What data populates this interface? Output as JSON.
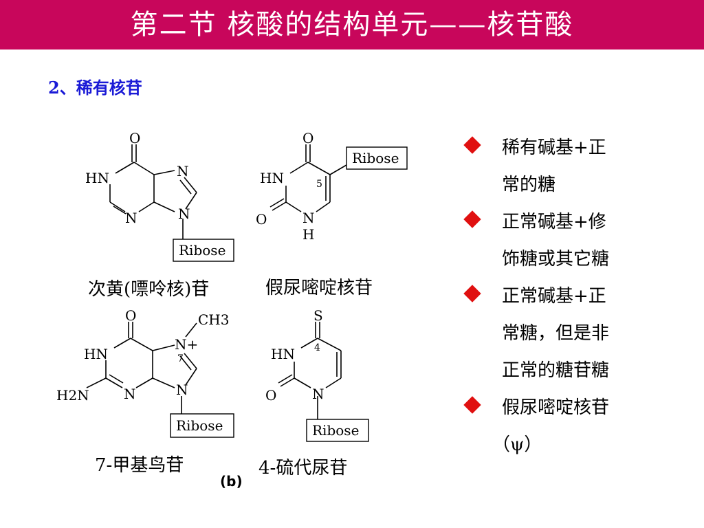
{
  "title": "第二节  核酸的结构单元——核苷酸",
  "subheading": "2、稀有核苷",
  "molecules": [
    {
      "id": "hypoxanthine",
      "atoms": {
        "O": "O",
        "HN": "HN",
        "N1": "N",
        "N2": "N",
        "N3": "N"
      },
      "sugar": "Ribose",
      "caption": "次黄(嘌呤核)苷"
    },
    {
      "id": "pseudouridine",
      "atoms": {
        "O1": "O",
        "HN": "HN",
        "O2": "O",
        "N": "N",
        "H": "H",
        "pos": "5"
      },
      "sugar": "Ribose",
      "caption": "假尿嘧啶核苷"
    },
    {
      "id": "methylguanosine",
      "atoms": {
        "O": "O",
        "HN": "HN",
        "CH3": "CH3",
        "Nplus": "N+",
        "pos": "7",
        "H2N": "H2N",
        "N1": "N",
        "N2": "N"
      },
      "sugar": "Ribose",
      "caption": "7-甲基鸟苷"
    },
    {
      "id": "thiouridine",
      "atoms": {
        "S": "S",
        "HN": "HN",
        "pos": "4",
        "O": "O",
        "N": "N"
      },
      "sugar": "Ribose",
      "caption": "4-硫代尿苷"
    }
  ],
  "figure_label": "(b)",
  "bullets": [
    {
      "lines": [
        "稀有碱基+正",
        "常的糖"
      ]
    },
    {
      "lines": [
        "正常碱基+修",
        "饰糖或其它糖"
      ]
    },
    {
      "lines": [
        "正常碱基+正",
        "常糖，但是非",
        "正常的糖苷糖"
      ]
    },
    {
      "lines": [
        "假尿嘧啶核苷",
        "（ψ）"
      ]
    }
  ],
  "colors": {
    "title_bar": "#c8065b",
    "title_text": "#ffffff",
    "subheading": "#1a1ad6",
    "bullet": "#e01010"
  }
}
